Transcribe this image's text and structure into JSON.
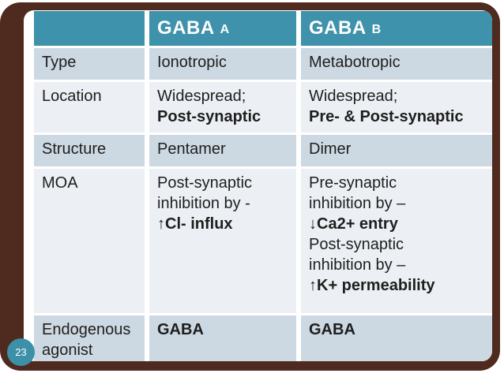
{
  "slide": {
    "page_number": "23"
  },
  "colors": {
    "frame": "#4E2B1E",
    "header_bg": "#3E92AB",
    "row_dark": "#CDD9E2",
    "row_light": "#ECF0F4",
    "text": "#1E1E1E",
    "header_text": "#FDFDFD",
    "badge_bg": "#3C90A8",
    "badge_text": "#FFFFFF"
  },
  "table": {
    "column_headers": [
      {
        "title": "",
        "sub": ""
      },
      {
        "title": "GABA",
        "sub": "A"
      },
      {
        "title": "GABA",
        "sub": "B"
      }
    ],
    "rows": [
      {
        "label": "Type",
        "cells": {
          "gaba_a": {
            "lines": [
              {
                "text": "Ionotropic",
                "bold": false
              }
            ]
          },
          "gaba_b": {
            "lines": [
              {
                "text": "Metabotropic",
                "bold": false
              }
            ]
          }
        }
      },
      {
        "label": "Location",
        "cells": {
          "gaba_a": {
            "lines": [
              {
                "text": "Widespread;",
                "bold": false
              },
              {
                "text": "Post-synaptic",
                "bold": true
              }
            ]
          },
          "gaba_b": {
            "lines": [
              {
                "text": "Widespread;",
                "bold": false
              },
              {
                "text": "Pre- & Post-synaptic",
                "bold": true
              }
            ]
          }
        }
      },
      {
        "label": "Structure",
        "cells": {
          "gaba_a": {
            "lines": [
              {
                "text": "Pentamer",
                "bold": false
              }
            ]
          },
          "gaba_b": {
            "lines": [
              {
                "text": "Dimer",
                "bold": false
              }
            ]
          }
        }
      },
      {
        "label": "MOA",
        "cells": {
          "gaba_a": {
            "lines": [
              {
                "text": "Post-synaptic",
                "bold": false
              },
              {
                "text": "inhibition by -",
                "bold": false
              },
              {
                "text": "↑Cl- influx",
                "bold": true
              }
            ]
          },
          "gaba_b": {
            "lines": [
              {
                "text": "Pre-synaptic",
                "bold": false
              },
              {
                "text": "inhibition by –",
                "bold": false
              },
              {
                "text": "↓Ca2+ entry",
                "bold": true
              },
              {
                "text": "Post-synaptic",
                "bold": false
              },
              {
                "text": "inhibition by –",
                "bold": false
              },
              {
                "text": "↑K+ permeability",
                "bold": true
              }
            ]
          }
        }
      },
      {
        "label": "Endogenous agonist",
        "cells": {
          "gaba_a": {
            "lines": [
              {
                "text": "GABA",
                "bold": true
              }
            ]
          },
          "gaba_b": {
            "lines": [
              {
                "text": "GABA",
                "bold": true
              }
            ]
          }
        }
      }
    ]
  }
}
